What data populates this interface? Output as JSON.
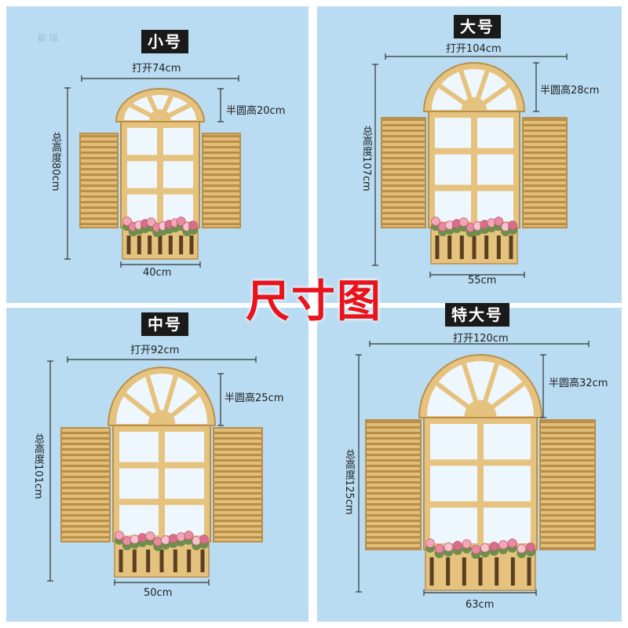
{
  "title": "尺寸图",
  "colors": {
    "panel": "#b9dcf2",
    "title": "#e8141b",
    "tag_bg": "#1a1a1a",
    "wood": "#e6c27f",
    "glass": "#eef7fd"
  },
  "watermark": "歡 瑞",
  "variants": [
    {
      "label": "小号",
      "open_width": "打开74cm",
      "arch_height": "半圆高20cm",
      "total_height": "总高度80cm",
      "box_width": "40cm"
    },
    {
      "label": "大号",
      "open_width": "打开104cm",
      "arch_height": "半圆高28cm",
      "total_height": "总高度107cm",
      "box_width": "55cm"
    },
    {
      "label": "中号",
      "open_width": "打开92cm",
      "arch_height": "半圆高25cm",
      "total_height": "总高度101cm",
      "box_width": "50cm"
    },
    {
      "label": "特大号",
      "open_width": "打开120cm",
      "arch_height": "半圆高32cm",
      "total_height": "总高度125cm",
      "box_width": "63cm"
    }
  ]
}
